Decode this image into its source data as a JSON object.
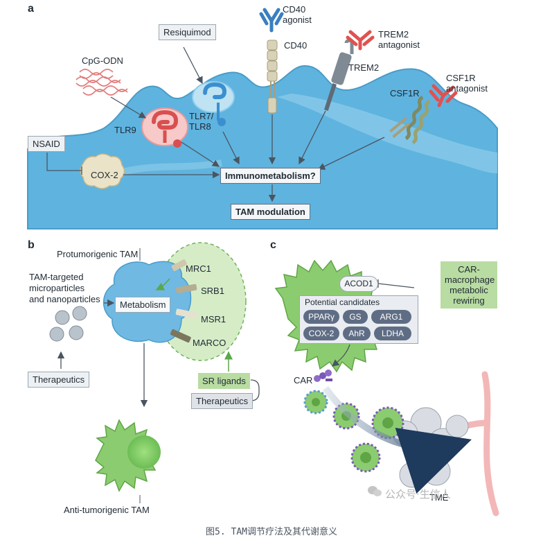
{
  "panel_a": {
    "letter": "a",
    "cd40_agonist": "CD40\nagonist",
    "cd40": "CD40",
    "resiquimod": "Resiquimod",
    "cpg_odn": "CpG-ODN",
    "trem2_antagonist": "TREM2\nantagonist",
    "trem2": "TREM2",
    "csf1r_antagonist": "CSF1R\nantagonist",
    "csf1r": "CSF1R",
    "tlr9": "TLR9",
    "tlr78": "TLR7/\nTLR8",
    "nsaid": "NSAID",
    "cox2": "COX-2",
    "immunometabolism": "Immunometabolism?",
    "tam_modulation": "TAM modulation"
  },
  "panel_b": {
    "letter": "b",
    "protumorigenic": "Protumorigenic TAM",
    "tam_targeted": "TAM-targeted\nmicroparticles\nand nanoparticles",
    "metabolism": "Metabolism",
    "receptors": [
      "MRC1",
      "SRB1",
      "MSR1",
      "MARCO"
    ],
    "therapeutics_left": "Therapeutics",
    "sr_ligands": "SR ligands",
    "therapeutics_right": "Therapeutics",
    "anti_tumorigenic": "Anti-tumorigenic TAM"
  },
  "panel_c": {
    "letter": "c",
    "acod1": "ACOD1",
    "car_macrophage": "CAR-\nmacrophage\nmetabolic\nrewiring",
    "potential_candidates": "Potential candidates",
    "candidates": [
      "PPARγ",
      "GS",
      "ARG1",
      "COX-2",
      "AhR",
      "LDHA"
    ],
    "car": "CAR",
    "tme": "TME"
  },
  "watermark": "公众号·生信人",
  "caption": "图5. TAM调节疗法及其代谢意义",
  "colors": {
    "cell_blue": "#5fb3df",
    "cell_light": "#bfe3f3",
    "bg_panel_a": "#cfe9f6",
    "green_cell": "#8ccc70",
    "green_box": "#b9dca2",
    "red_receptor": "#e36363",
    "tlr_blue": "#3a8fcf",
    "pill_gray": "#5f6d84",
    "vessel_red": "#f0a0a0"
  }
}
